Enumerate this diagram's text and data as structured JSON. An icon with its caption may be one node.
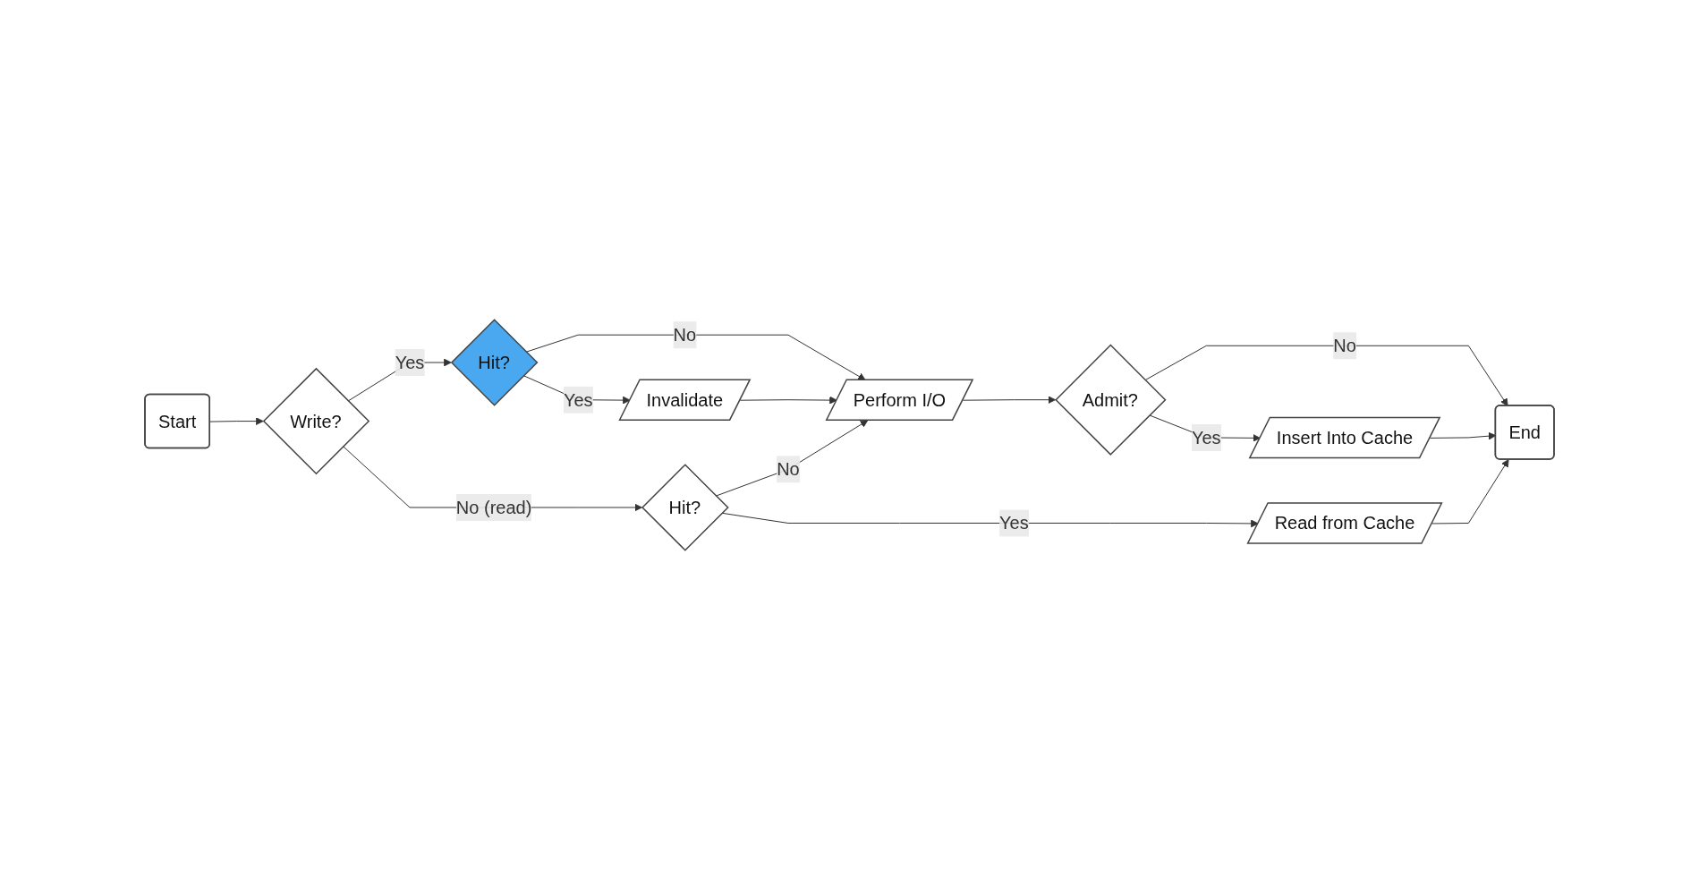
{
  "diagram": {
    "nodes": [
      {
        "text": [
          "Start"
        ]
      },
      {
        "text": [
          "Write?"
        ]
      },
      {
        "text": [
          "Hit?"
        ]
      },
      {
        "text": [
          "Invalidate"
        ]
      },
      {
        "text": [
          "Perform I/O"
        ]
      },
      {
        "text": [
          "Admit?"
        ]
      },
      {
        "text": [
          "End"
        ]
      },
      {
        "text": [
          "Hit?"
        ]
      },
      {
        "text": [
          "Insert Into Cache"
        ]
      },
      {
        "text": [
          "Read from Cache"
        ]
      }
    ],
    "edges": [
      {
        "from": 0,
        "to": 1,
        "arrow": "to"
      },
      {
        "from": 1,
        "to": 2,
        "label": "Yes",
        "arrow": "to"
      },
      {
        "from": 1,
        "to": 7,
        "label": "No (read)",
        "arrow": "to"
      },
      {
        "from": 2,
        "to": 3,
        "label": "Yes",
        "arrow": "to"
      },
      {
        "from": 2,
        "to": 4,
        "label": "No",
        "arrow": "to"
      },
      {
        "from": 3,
        "to": 4,
        "arrow": "to"
      },
      {
        "from": 4,
        "to": 5,
        "arrow": "to"
      },
      {
        "from": 5,
        "to": 6,
        "label": "No",
        "arrow": "to"
      },
      {
        "from": 5,
        "to": 8,
        "label": "Yes",
        "arrow": "to"
      },
      {
        "from": 7,
        "to": 4,
        "label": "No",
        "arrow": "to"
      },
      {
        "from": 7,
        "to": 9,
        "label": "Yes",
        "arrow": "to"
      },
      {
        "from": 8,
        "to": 6,
        "arrow": "to"
      },
      {
        "from": 9,
        "to": 6,
        "arrow": "to"
      }
    ]
  }
}
